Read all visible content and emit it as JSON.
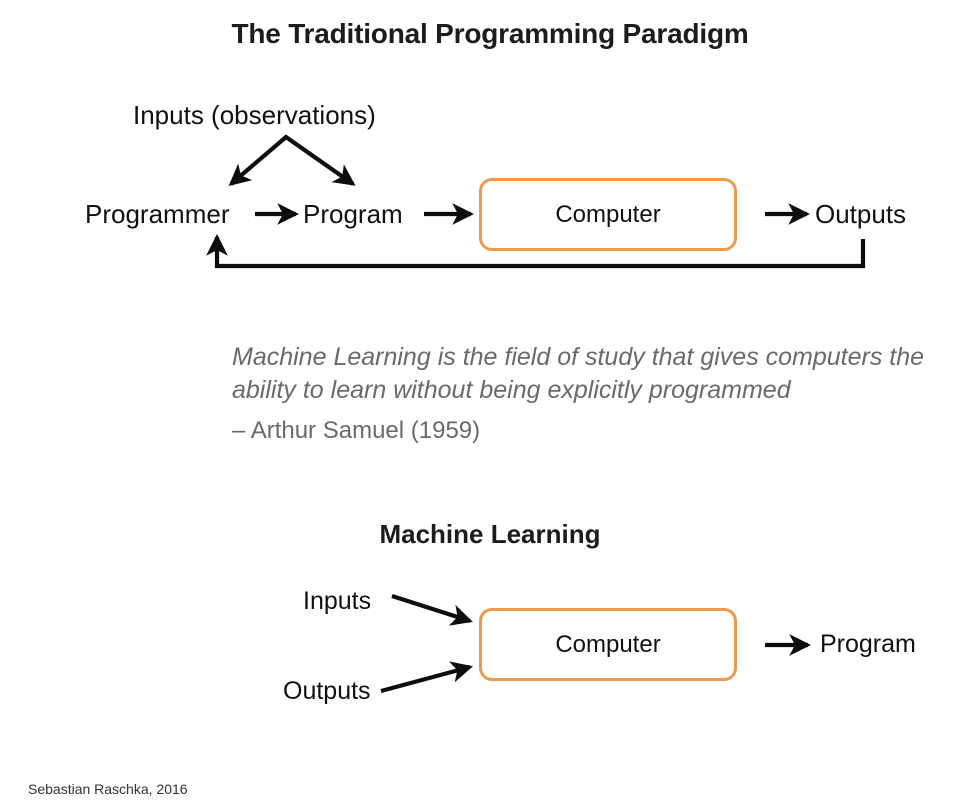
{
  "slide": {
    "title": "The Traditional Programming Paradigm",
    "section_title": "Machine Learning",
    "footer": "Sebastian Raschka, 2016",
    "accent_color": "#ED9A4E",
    "text_color": "#111111",
    "quote_color": "#6A6A6A"
  },
  "traditional_diagram": {
    "inputs_label": "Inputs (observations)",
    "programmer_label": "Programmer",
    "program_label": "Program",
    "computer_label": "Computer",
    "outputs_label": "Outputs",
    "arrows": [
      {
        "name": "inputs-to-programmer",
        "from": "Inputs (observations)",
        "to": "Programmer"
      },
      {
        "name": "inputs-to-program",
        "from": "Inputs (observations)",
        "to": "Program"
      },
      {
        "name": "programmer-to-program",
        "from": "Programmer",
        "to": "Program"
      },
      {
        "name": "program-to-computer",
        "from": "Program",
        "to": "Computer"
      },
      {
        "name": "computer-to-outputs",
        "from": "Computer",
        "to": "Outputs"
      },
      {
        "name": "outputs-feedback-to-programmer",
        "from": "Outputs",
        "to": "Programmer"
      }
    ]
  },
  "quote": {
    "text": "Machine Learning is the field of study that gives computers the ability to learn without being explicitly programmed",
    "attribution": "– Arthur Samuel (1959)"
  },
  "ml_diagram": {
    "inputs_label": "Inputs",
    "outputs_label": "Outputs",
    "computer_label": "Computer",
    "program_label": "Program",
    "arrows": [
      {
        "name": "inputs-to-computer",
        "from": "Inputs",
        "to": "Computer"
      },
      {
        "name": "outputs-to-computer",
        "from": "Outputs",
        "to": "Computer"
      },
      {
        "name": "computer-to-program",
        "from": "Computer",
        "to": "Program"
      }
    ]
  }
}
